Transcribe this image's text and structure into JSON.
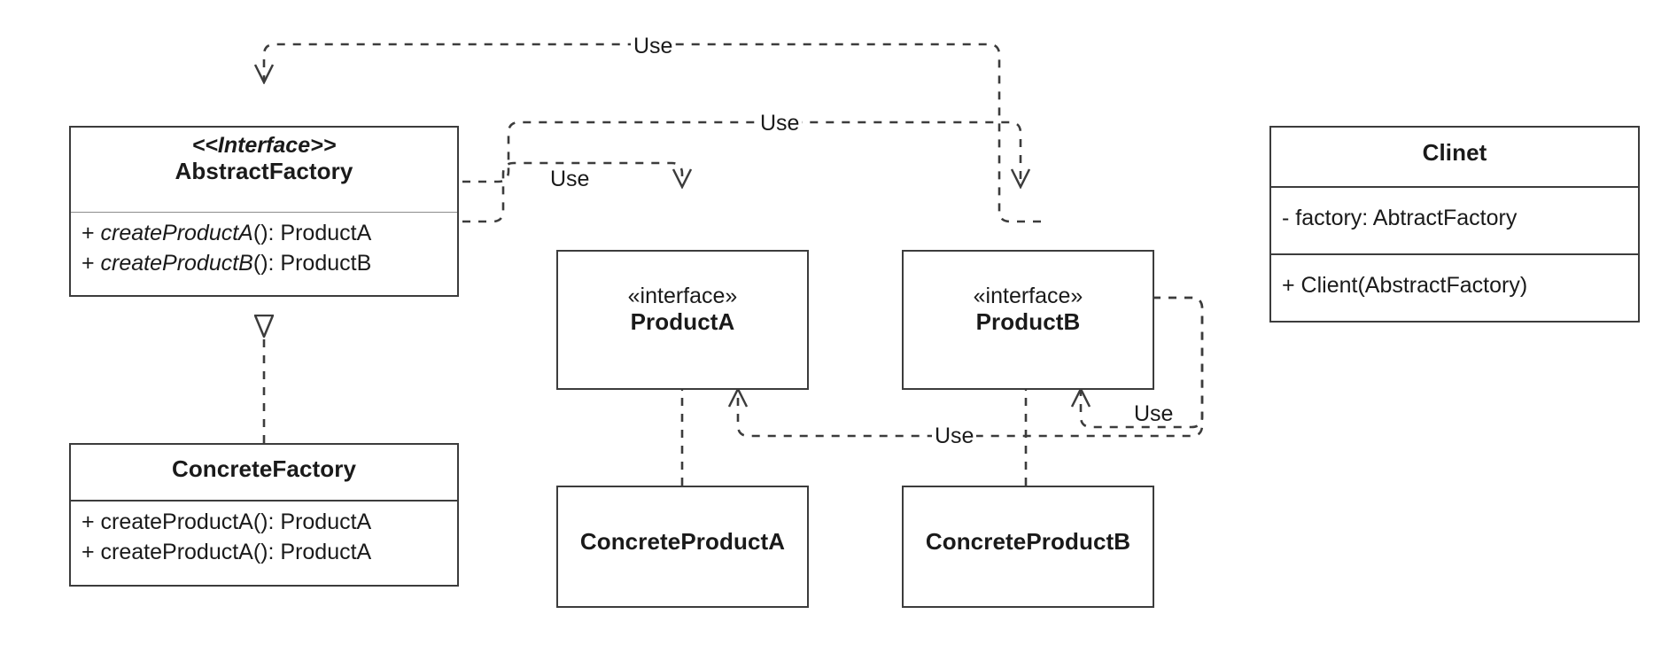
{
  "diagram": {
    "title": "Abstract Factory UML class diagram",
    "type": "uml-class-diagram",
    "stroke_color": "#3c3c3c",
    "background": "#ffffff"
  },
  "classes": {
    "abstract_factory": {
      "stereotype": "<<Interface>>",
      "name": "AbstractFactory",
      "methods": [
        {
          "visibility": "+",
          "italic_part": "createProductA",
          "rest": "(): ProductA"
        },
        {
          "visibility": "+",
          "italic_part": "createProductB",
          "rest": "(): ProductB"
        }
      ]
    },
    "concrete_factory": {
      "name": "ConcreteFactory",
      "methods": [
        {
          "text": "+ createProductA(): ProductA"
        },
        {
          "text": "+ createProductA(): ProductA"
        }
      ]
    },
    "product_a": {
      "stereotype": "«interface»",
      "name": "ProductA"
    },
    "product_b": {
      "stereotype": "«interface»",
      "name": "ProductB"
    },
    "concrete_product_a": {
      "name": "ConcreteProductA"
    },
    "concrete_product_b": {
      "name": "ConcreteProductB"
    },
    "client": {
      "name": "Clinet",
      "attributes": [
        {
          "text": "- factory: AbtractFactory"
        }
      ],
      "operations": [
        {
          "text": "+ Client(AbstractFactory)"
        }
      ]
    }
  },
  "edge_labels": {
    "use_client_to_abstractfactory": "Use",
    "use_abstractfactory_to_productb": "Use",
    "use_abstractfactory_to_producta": "Use",
    "use_client_to_concreteproducta": "Use",
    "use_client_to_concreteproductb": "Use"
  },
  "relationships": [
    {
      "from": "Clinet",
      "to": "AbstractFactory",
      "kind": "dependency",
      "label": "Use"
    },
    {
      "from": "AbstractFactory",
      "to": "ProductA",
      "kind": "dependency",
      "label": "Use"
    },
    {
      "from": "AbstractFactory",
      "to": "ProductB",
      "kind": "dependency",
      "label": "Use"
    },
    {
      "from": "ConcreteFactory",
      "to": "AbstractFactory",
      "kind": "realization"
    },
    {
      "from": "ConcreteProductA",
      "to": "ProductA",
      "kind": "realization"
    },
    {
      "from": "ConcreteProductB",
      "to": "ProductB",
      "kind": "realization"
    },
    {
      "from": "Clinet",
      "to": "ConcreteProductA",
      "kind": "dependency",
      "label": "Use"
    },
    {
      "from": "Clinet",
      "to": "ConcreteProductB",
      "kind": "dependency",
      "label": "Use"
    }
  ]
}
